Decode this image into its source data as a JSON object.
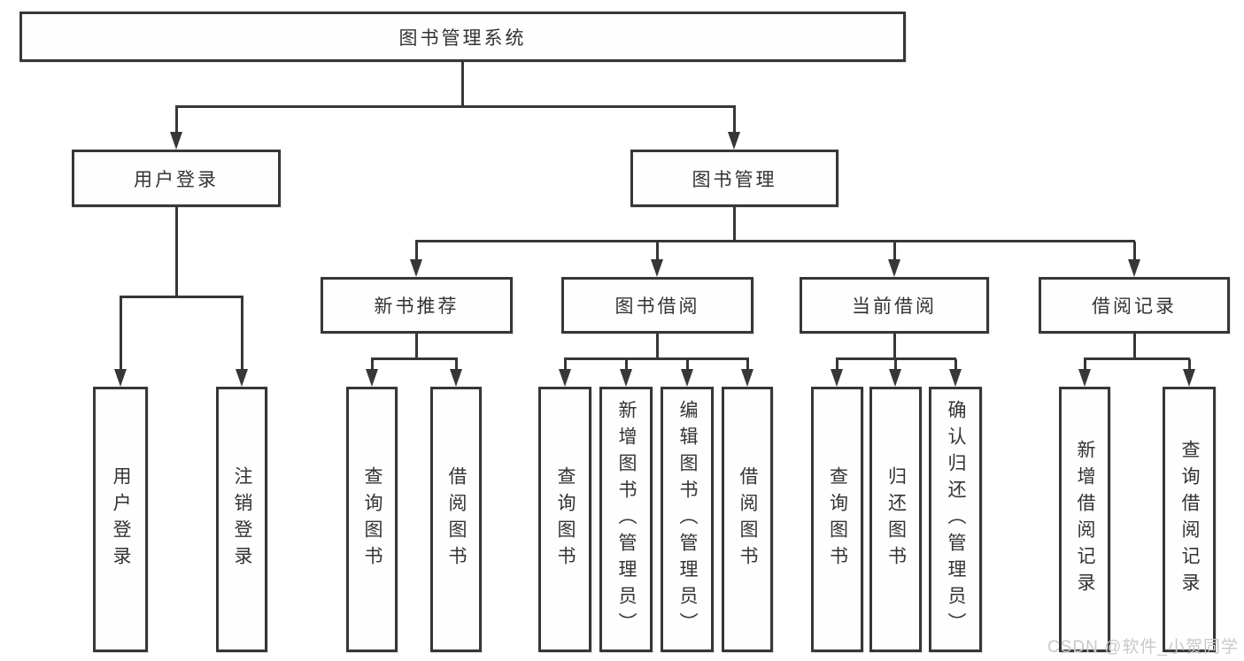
{
  "tree": {
    "label": "图书管理系统",
    "children": [
      {
        "label": "用户登录",
        "children": [
          {
            "label": "用户登录"
          },
          {
            "label": "注销登录"
          }
        ]
      },
      {
        "label": "图书管理",
        "children": [
          {
            "label": "新书推荐",
            "children": [
              {
                "label": "查询图书"
              },
              {
                "label": "借阅图书"
              }
            ]
          },
          {
            "label": "图书借阅",
            "children": [
              {
                "label": "查询图书"
              },
              {
                "label": "新增图书（管理员）"
              },
              {
                "label": "编辑图书（管理员）"
              },
              {
                "label": "借阅图书"
              }
            ]
          },
          {
            "label": "当前借阅",
            "children": [
              {
                "label": "查询图书"
              },
              {
                "label": "归还图书"
              },
              {
                "label": "确认归还（管理员）"
              }
            ]
          },
          {
            "label": "借阅记录",
            "children": [
              {
                "label": "新增借阅记录"
              },
              {
                "label": "查询借阅记录"
              }
            ]
          }
        ]
      }
    ]
  },
  "watermark": {
    "text": "CSDN @软件_小贺同学"
  },
  "colors": {
    "line": "#373737",
    "text": "#333333",
    "background": "#ffffff",
    "watermark": "#c9c9c9"
  }
}
